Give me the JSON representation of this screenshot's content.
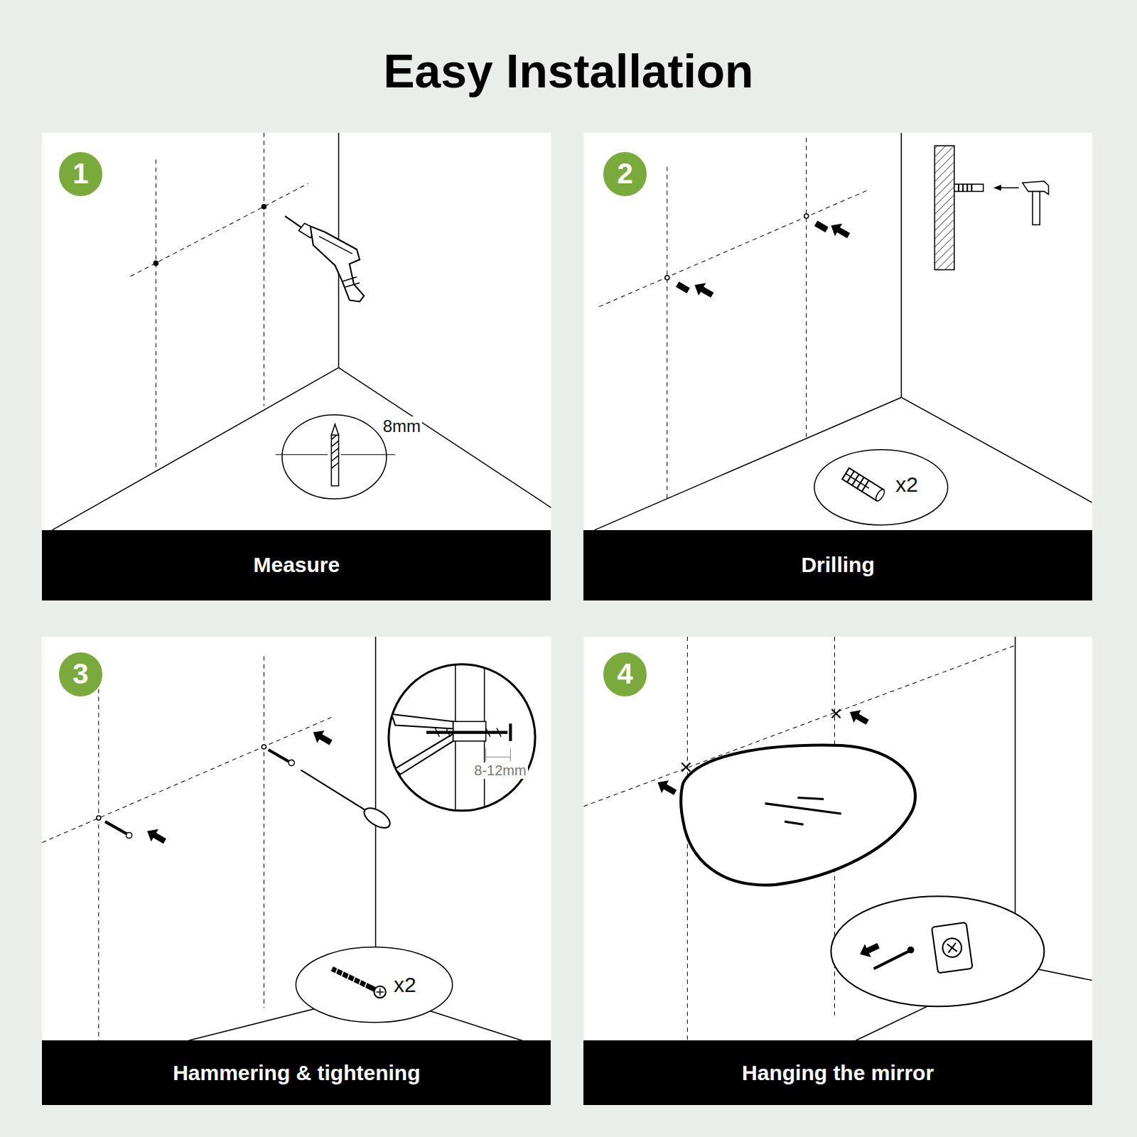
{
  "diagram": {
    "title": "Easy Installation",
    "nodes": [
      {
        "text": [
          "1"
        ]
      },
      {
        "text": [
          "Measure"
        ]
      },
      {
        "text": [
          "2"
        ]
      },
      {
        "text": [
          "Drilling"
        ]
      },
      {
        "text": [
          "3"
        ]
      },
      {
        "text": [
          "Hammering & tightening"
        ]
      },
      {
        "text": [
          "4"
        ]
      },
      {
        "text": [
          "Hanging the mirror"
        ]
      }
    ],
    "labels": [
      "8mm",
      "x2",
      "8-12mm",
      "x2"
    ]
  }
}
